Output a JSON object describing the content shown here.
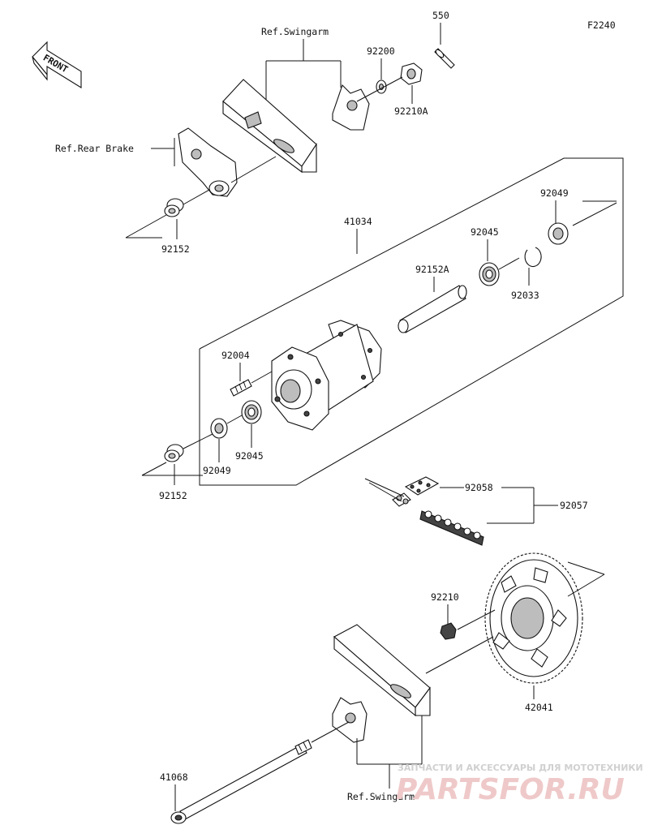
{
  "diagram_code": "F2240",
  "front_label": "FRONT",
  "watermark": {
    "line1": "ЗАПЧАСТИ И АКСЕССУАРЫ ДЛЯ МОТОТЕХНИКИ",
    "line2": "PARTSFOR.RU"
  },
  "references": {
    "swingarm_top": "Ref.Swingarm",
    "rear_brake": "Ref.Rear Brake",
    "swingarm_bottom": "Ref.Swingarm"
  },
  "parts": {
    "p550": "550",
    "p92200": "92200",
    "p92210A": "92210A",
    "p92152_top": "92152",
    "p41034": "41034",
    "p92049_top": "92049",
    "p92045_top": "92045",
    "p92033": "92033",
    "p92152A": "92152A",
    "p92004": "92004",
    "p92045_bottom": "92045",
    "p92049_bottom": "92049",
    "p92152_bottom": "92152",
    "p92058": "92058",
    "p92057": "92057",
    "p92210": "92210",
    "p42041": "42041",
    "p41068": "41068"
  }
}
